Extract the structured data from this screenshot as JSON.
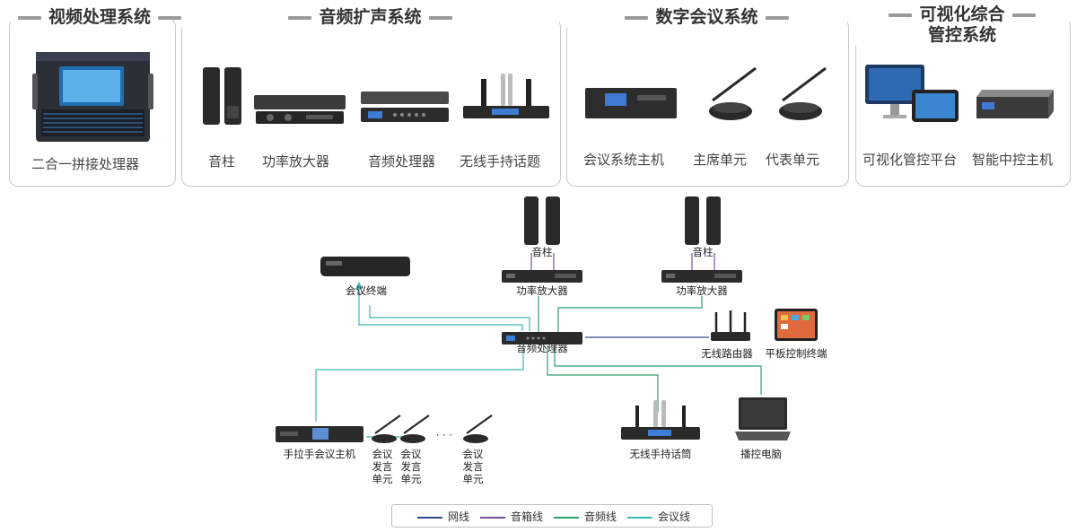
{
  "panels": {
    "video": {
      "title": "视频处理系统",
      "items": [
        "二合一拼接处理器"
      ]
    },
    "audio": {
      "title": "音频扩声系统",
      "items": [
        "音柱",
        "功率放大器",
        "音频处理器",
        "无线手持话题"
      ]
    },
    "conference": {
      "title": "数字会议系统",
      "items": [
        "会议系统主机",
        "主席单元",
        "代表单元"
      ]
    },
    "visual": {
      "title_line1": "可视化综合",
      "title_line2": "管控系统",
      "items": [
        "可视化管控平台",
        "智能中控主机"
      ]
    }
  },
  "diagram": {
    "speaker_left": "音柱",
    "speaker_right": "音柱",
    "amp_left": "功率放大器",
    "amp_right": "功率放大器",
    "conf_terminal": "会议终端",
    "audio_processor": "音频处理器",
    "router": "无线路由器",
    "tablet": "平板控制终端",
    "conf_host": "手拉手会议主机",
    "unit1": "会议\n发言\n单元",
    "unit2": "会议\n发言\n单元",
    "unit3": "会议\n发言\n单元",
    "ellipsis": "· · ·",
    "mic": "无线手持话筒",
    "pc": "播控电脑"
  },
  "legend": [
    {
      "label": "网线",
      "color": "#2f4a8a"
    },
    {
      "label": "音箱线",
      "color": "#7a4f9a"
    },
    {
      "label": "音频线",
      "color": "#2f9e6e"
    },
    {
      "label": "会议线",
      "color": "#3fb8b0"
    }
  ],
  "colors": {
    "network": "#2f4a8a",
    "speaker": "#7a4f9a",
    "audio": "#2f9e6e",
    "conference": "#3fb8b0"
  }
}
